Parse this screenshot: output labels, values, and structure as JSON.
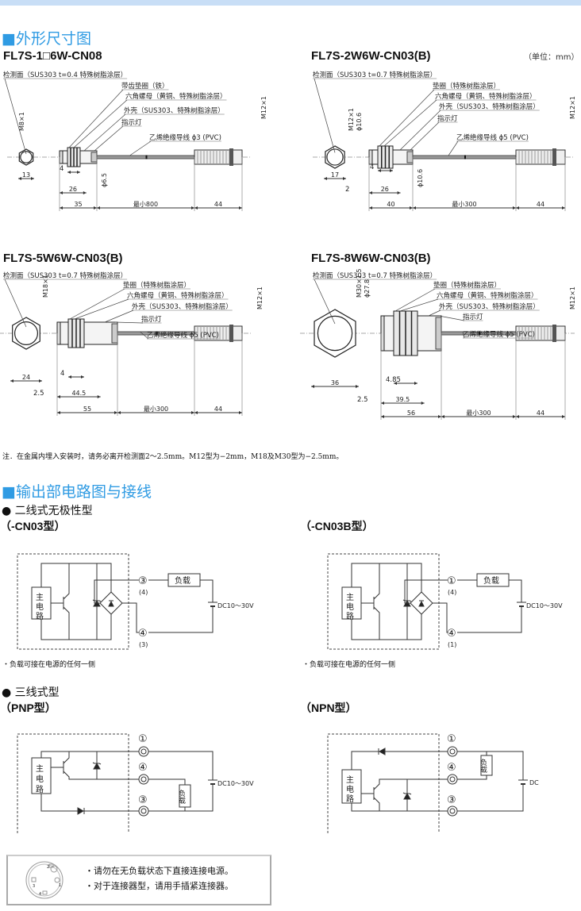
{
  "section1": {
    "title": "■外形尺寸图",
    "unit": "（单位：mm）"
  },
  "drawings": [
    {
      "model": "FL7S-1□6W-CN08",
      "labels": {
        "face": "检测面（SUS303 t=0.4 特殊树脂涂层）",
        "washer": "带齿垫圈（铁）",
        "nut": "六角螺母（黄铜、特殊树脂涂层）",
        "shell": "外壳（SUS303、特殊树脂涂层）",
        "led": "指示灯",
        "cable": "乙烯绝缘导线 ϕ3 (PVC)"
      },
      "dims": {
        "thread": "M8×1",
        "diam_top": "",
        "diam_bottom": "ϕ6.5",
        "hex": "13",
        "nut": "4",
        "gap": "",
        "thread_len": "26",
        "body": "35",
        "cable": "最小800",
        "conn": "44",
        "conn_thread": "M12×1"
      }
    },
    {
      "model": "FL7S-2W6W-CN03(B)",
      "labels": {
        "face": "检测面（SUS303 t=0.7 特殊树脂涂层）",
        "washer": "垫圈（特殊树脂涂层）",
        "nut": "六角螺母（黄铜、特殊树脂涂层）",
        "shell": "外壳（SUS303、特殊树脂涂层）",
        "led": "指示灯",
        "cable": "乙烯绝缘导线 ϕ5 (PVC)"
      },
      "dims": {
        "thread": "M12×1",
        "diam_top": "ϕ10.6",
        "diam_bottom": "ϕ10.6",
        "hex": "17",
        "nut": "4",
        "gap": "2",
        "thread_len": "26",
        "body": "40",
        "cable": "最小300",
        "conn": "44",
        "conn_thread": "M12×1"
      }
    },
    {
      "model": "FL7S-5W6W-CN03(B)",
      "labels": {
        "face": "检测面（SUS303 t=0.7 特殊树脂涂层）",
        "washer": "垫圈（特殊树脂涂层）",
        "nut": "六角螺母（黄铜、特殊树脂涂层）",
        "shell": "外壳（SUS303、特殊树脂涂层）",
        "led": "指示灯",
        "cable": "乙烯绝缘导线 ϕ5 (PVC)"
      },
      "dims": {
        "thread": "M18×1",
        "diam_top": "",
        "diam_bottom": "",
        "hex": "24",
        "nut": "4",
        "gap": "2.5",
        "thread_len": "44.5",
        "body": "55",
        "cable": "最小300",
        "conn": "44",
        "conn_thread": "M12×1"
      }
    },
    {
      "model": "FL7S-8W6W-CN03(B)",
      "labels": {
        "face": "检测面（SUS303 t=0.7 特殊树脂涂层）",
        "washer": "垫圈（特殊树脂涂层）",
        "nut": "六角螺母（黄铜、特殊树脂涂层）",
        "shell": "外壳（SUS303、特殊树脂涂层）",
        "led": "指示灯",
        "cable": "乙烯绝缘导线 ϕ5 (PVC)"
      },
      "dims": {
        "thread": "M30×1.5",
        "diam_top": "ϕ27.8",
        "diam_bottom": "",
        "hex": "36",
        "nut": "4.85",
        "gap": "2.5",
        "thread_len": "39.5",
        "body": "56",
        "cable": "最小300",
        "conn": "44",
        "conn_thread": "M12×1"
      }
    }
  ],
  "install_note": "注．在金属内埋入安装时，请务必离开检测面2～2.5mm。M12型为−2mm，M18及M30型为−2.5mm。",
  "section2": {
    "title": "■输出部电路图与接线"
  },
  "two_wire": {
    "heading": "● 二线式无极性型",
    "left": {
      "title": "（-CN03型）",
      "t1": "③",
      "t1_alt": "(4)",
      "t2": "④",
      "t2_alt": "(3)"
    },
    "right": {
      "title": "（-CN03B型）",
      "t1": "①",
      "t1_alt": "(4)",
      "t2": "④",
      "t2_alt": "(1)"
    },
    "note": "・负载可接在电源的任何一侧"
  },
  "three_wire": {
    "heading": "● 三线式型",
    "pnp_title": "（PNP型）",
    "npn_title": "（NPN型）",
    "t1": "①",
    "t4": "④",
    "t3": "③"
  },
  "circuit": {
    "main_circuit": "主电路",
    "load": "负载",
    "supply": "DC10～30V",
    "supply_cut": "DC"
  },
  "warnings": [
    "・请勿在无负载状态下直接连接电源。",
    "・对于连接器型，请用手插紧连接器。"
  ],
  "connector_pins": [
    "1",
    "2",
    "3",
    "4"
  ]
}
